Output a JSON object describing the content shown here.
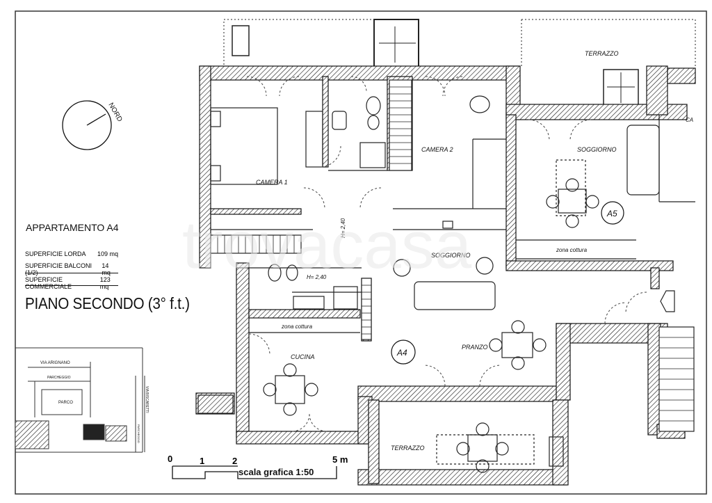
{
  "apartment": {
    "title": "APPARTAMENTO A4",
    "floor": "PIANO SECONDO (3° f.t.)",
    "surfaces": [
      {
        "label": "SUPERFICIE LORDA",
        "value": "109 mq"
      },
      {
        "label": "SUPERFICIE BALCONI (1/2)",
        "value": "14 mq"
      },
      {
        "label": "SUPERFICIE COMMERCIALE",
        "value": "123 mq"
      }
    ]
  },
  "compass": {
    "label": "NORD"
  },
  "rooms": {
    "camera1": "CAMERA 1",
    "camera2": "CAMERA 2",
    "soggiorno_a4": "SOGGIORNO",
    "soggiorno_a5": "SOGGIORNO",
    "terrazzo_top": "TERRAZZO",
    "terrazzo_bottom": "TERRAZZO",
    "cucina": "CUCINA",
    "pranzo": "PRANZO",
    "zona_cottura_a4": "zona cottura",
    "zona_cottura_a5": "zona cottura",
    "h_corridor": "H= 2,40",
    "h_bath": "H= 2,40",
    "cut_label": "CA"
  },
  "units": {
    "a4": "A4",
    "a5": "A5"
  },
  "scale": {
    "text": "scala grafica 1:50",
    "ticks": [
      "0",
      "1",
      "2",
      "5 m"
    ]
  },
  "site_map": {
    "via_arignano": "VIA ARIGNANO",
    "parcheggio_top": "PARCHEGGIO",
    "parco": "PARCO",
    "via_biscaretti": "VIA BISCARETTI",
    "parcheggio_side": "PARCHEGGIO"
  },
  "watermark": "trovacasa"
}
